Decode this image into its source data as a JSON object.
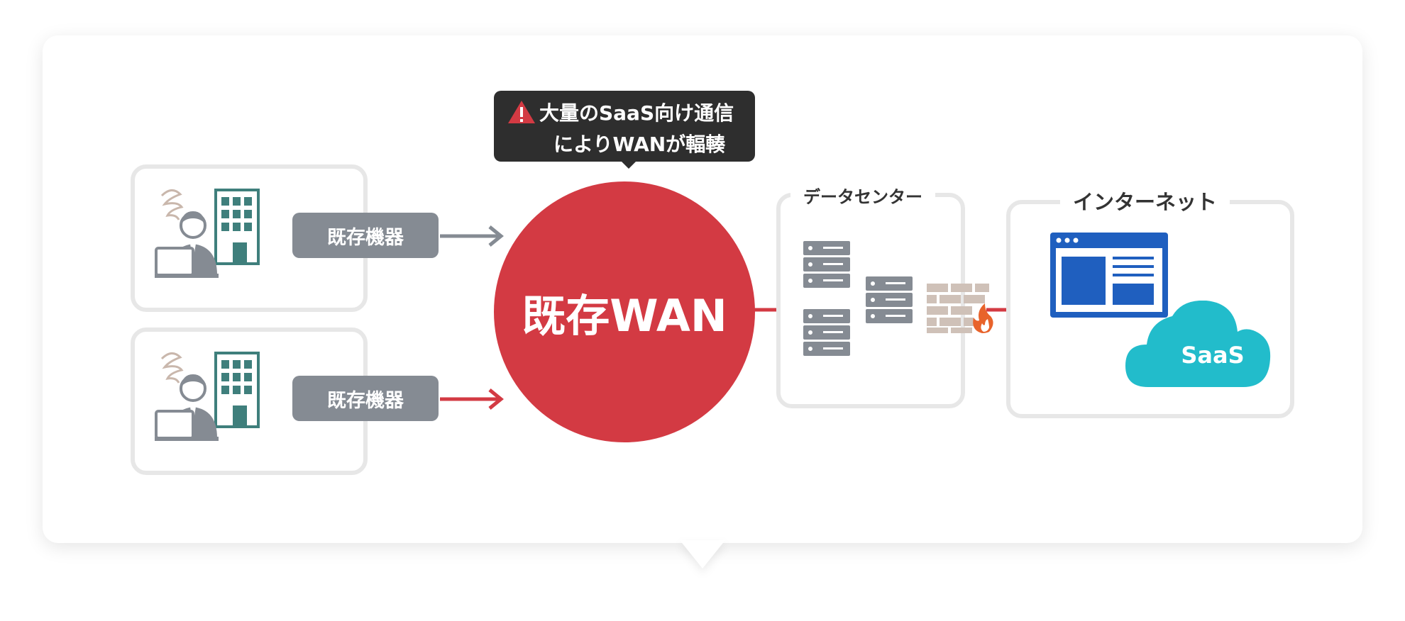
{
  "callout": {
    "line1": "大量のSaaS向け通信",
    "line2": "によりWANが輻輳",
    "icon": "warning-icon",
    "icon_color": "#d33a43"
  },
  "sites": [
    {
      "device_label": "既存機器",
      "arrow_color": "#858b93"
    },
    {
      "device_label": "既存機器",
      "arrow_color": "#d33a43"
    }
  ],
  "wan": {
    "label": "既存WAN",
    "color": "#d33a43"
  },
  "datacenter": {
    "label": "データセンター"
  },
  "internet": {
    "label": "インターネット",
    "saas_label": "SaaS",
    "browser_color": "#1f5fbf",
    "cloud_color": "#22bccb"
  },
  "colors": {
    "building": "#3f7f7c",
    "person": "#858b93",
    "firewall": "#cfc1b8",
    "flame": "#e8632b"
  }
}
